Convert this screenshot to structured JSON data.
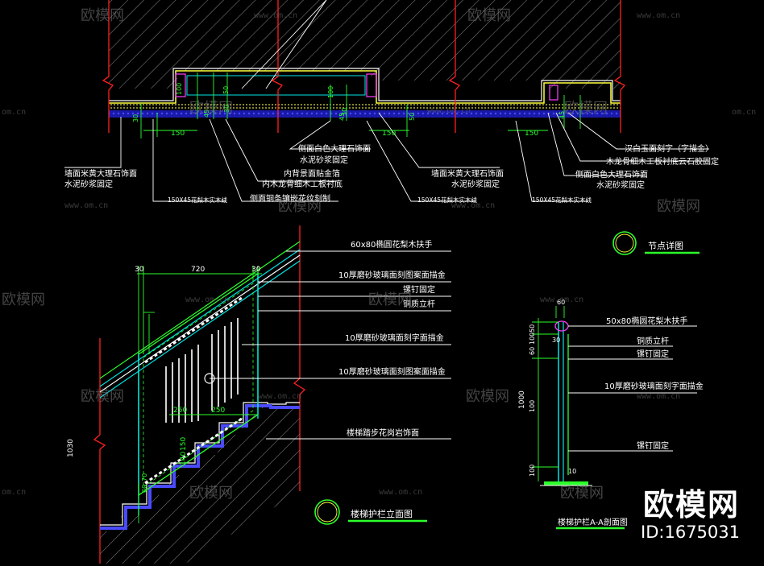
{
  "watermark": {
    "brand": "欧模网",
    "url": "www.om.cn",
    "url_short": "om.cn",
    "id_label": "ID:1675031"
  },
  "top_detail": {
    "dims": [
      "100",
      "50",
      "100",
      "30",
      "30",
      "30",
      "45",
      "45",
      "50",
      "45",
      "150",
      "150",
      "150"
    ],
    "labels": {
      "wall_marble": "墙面米黄大理石饰面",
      "cement": "水泥砂浆固定",
      "side_white_marble": "侧面白色大理石饰面",
      "side_cement": "水泥砂浆固定",
      "inner_gold": "内背景面贴金箔",
      "inner_wood": "内木龙骨细木工板衬底",
      "sill_a": "150X45花梨木实木线",
      "sill_b": "150X45花梨木实木线",
      "sill_c": "150X45花梨木实木线",
      "side_copper": "侧面铜条镶嵌花纹刻制",
      "wall_marble_2": "墙面米黄大理石饰面",
      "cement_2": "水泥砂浆固定",
      "jade_carve": "汉白玉面刻字（字描金）",
      "wood_keel": "木龙骨细木工板衬底云石胶固定",
      "side_white_marble_2": "侧面白色大理石饰面",
      "side_cement_2": "水泥砂浆固定"
    },
    "title": "节点详图"
  },
  "stair_elevation": {
    "dims": {
      "d30a": "30",
      "d720": "720",
      "d30b": "30",
      "d1030": "1030",
      "d250a": "250",
      "d250b": "250",
      "d150": "150",
      "d140": "140",
      "d70": "70",
      "d60": "60"
    },
    "labels": {
      "handrail": "60x80椭圆花梨木扶手",
      "glass_top": "10厚磨砂玻璃面刻图案面描金",
      "nails": "镙钉固定",
      "copper_post": "铜质立杆",
      "glass_text": "10厚磨砂玻璃面刻字面描金",
      "glass_pattern": "10厚磨砂玻璃面刻图案面描金",
      "steps": "楼梯踏步花岗岩饰面"
    },
    "title": "楼梯护栏立面图"
  },
  "section_aa": {
    "dims": {
      "top": "60",
      "d50": "50",
      "d100a": "100",
      "d60": "60",
      "d1000": "1000",
      "d100b": "100",
      "d30": "30",
      "d100c": "100",
      "d10": "10"
    },
    "labels": {
      "handrail": "50x80椭圆花梨木扶手",
      "copper_post": "铜质立杆",
      "nails": "镙钉固定",
      "glass_text": "10厚磨砂玻璃面刻字面描金",
      "nails_2": "镙钉固定"
    },
    "title": "楼梯护栏A-A剖面图"
  },
  "colors": {
    "background": "#000000",
    "white_line": "#ffffff",
    "green": "#2bff2b",
    "cyan": "#00e5e5",
    "red": "#ff2020",
    "yellow": "#ffff3a",
    "magenta": "#ff40ff",
    "blue": "#3a3aff",
    "hatch": "#8a8a8a"
  }
}
